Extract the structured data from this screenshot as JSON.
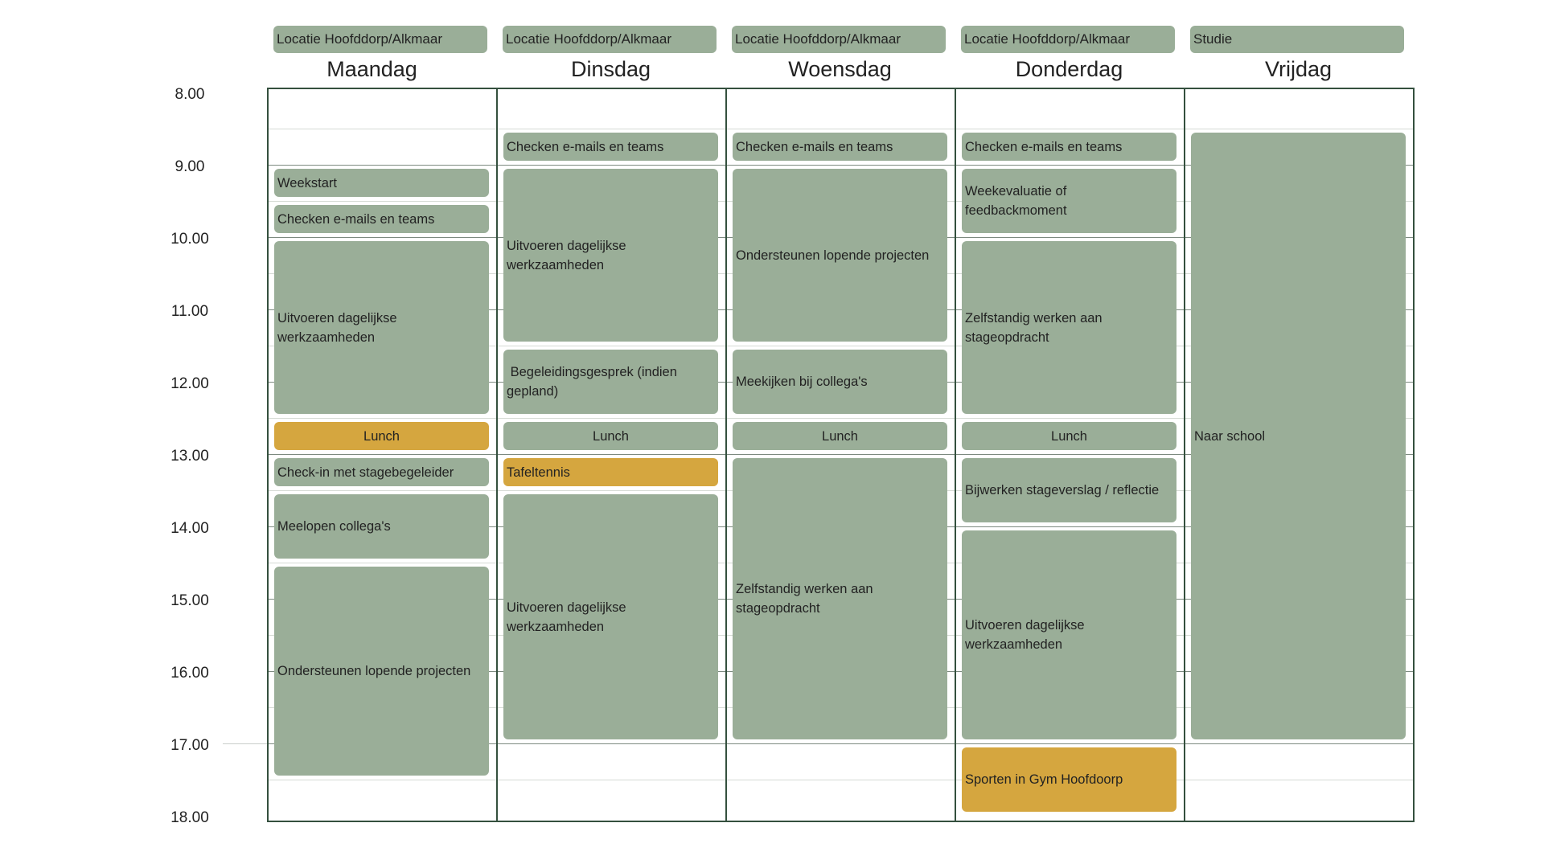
{
  "time_axis": {
    "range": [
      8,
      18
    ],
    "labels": [
      "8.00",
      "9.00",
      "10.00",
      "11.00",
      "12.00",
      "13.00",
      "14.00",
      "15.00",
      "16.00",
      "17.00",
      "18.00"
    ]
  },
  "colors": {
    "block": "#9AAE98",
    "highlight": "#D5A63F",
    "grid": "#34503E",
    "text": "#222222"
  },
  "days": [
    {
      "name": "Maandag",
      "location": "Locatie Hoofddorp/Alkmaar",
      "events": [
        {
          "lines": [
            "Weekstart"
          ],
          "start": 9,
          "end": 9.5
        },
        {
          "lines": [
            "Checken e-mails en teams"
          ],
          "start": 9.5,
          "end": 10
        },
        {
          "lines": [
            "Uitvoeren dagelijkse",
            "werkzaamheden"
          ],
          "start": 10,
          "end": 12.5
        },
        {
          "lines": [
            "Lunch"
          ],
          "start": 12.5,
          "end": 13,
          "color": "#D5A63F"
        },
        {
          "lines": [
            "Check-in met stagebegeleider"
          ],
          "start": 13,
          "end": 13.5
        },
        {
          "lines": [
            "Meelopen collega's"
          ],
          "start": 13.5,
          "end": 14.5
        },
        {
          "lines": [
            "Ondersteunen lopende projecten"
          ],
          "start": 14.5,
          "end": 17.5
        }
      ]
    },
    {
      "name": "Dinsdag",
      "location": "Locatie Hoofddorp/Alkmaar",
      "events": [
        {
          "lines": [
            "Checken e-mails en teams"
          ],
          "start": 8.5,
          "end": 9
        },
        {
          "lines": [
            "Uitvoeren dagelijkse",
            "werkzaamheden"
          ],
          "start": 9,
          "end": 11.5
        },
        {
          "lines": [
            " Begeleidingsgesprek (indien",
            "gepland)"
          ],
          "start": 11.5,
          "end": 12.5
        },
        {
          "lines": [
            "Lunch"
          ],
          "start": 12.5,
          "end": 13
        },
        {
          "lines": [
            "Tafeltennis"
          ],
          "start": 13,
          "end": 13.5,
          "color": "#D5A63F"
        },
        {
          "lines": [
            "Uitvoeren dagelijkse",
            "werkzaamheden"
          ],
          "start": 13.5,
          "end": 17
        }
      ]
    },
    {
      "name": "Woensdag",
      "location": "Locatie Hoofddorp/Alkmaar",
      "events": [
        {
          "lines": [
            "Checken e-mails en teams"
          ],
          "start": 8.5,
          "end": 9
        },
        {
          "lines": [
            "Ondersteunen lopende projecten"
          ],
          "start": 9,
          "end": 11.5
        },
        {
          "lines": [
            "Meekijken bij collega's"
          ],
          "start": 11.5,
          "end": 12.5
        },
        {
          "lines": [
            "Lunch"
          ],
          "start": 12.5,
          "end": 13
        },
        {
          "lines": [
            "Zelfstandig werken aan",
            "stageopdracht"
          ],
          "start": 13,
          "end": 17
        }
      ]
    },
    {
      "name": "Donderdag",
      "location": "Locatie Hoofddorp/Alkmaar",
      "events": [
        {
          "lines": [
            "Checken e-mails en teams"
          ],
          "start": 8.5,
          "end": 9
        },
        {
          "lines": [
            "Weekevaluatie of",
            "feedbackmoment"
          ],
          "start": 9,
          "end": 10
        },
        {
          "lines": [
            "Zelfstandig werken aan",
            "stageopdracht"
          ],
          "start": 10,
          "end": 12.5
        },
        {
          "lines": [
            "Lunch"
          ],
          "start": 12.5,
          "end": 13
        },
        {
          "lines": [
            "Bijwerken stageverslag / reflectie"
          ],
          "start": 13,
          "end": 14
        },
        {
          "lines": [
            "Uitvoeren dagelijkse",
            "werkzaamheden"
          ],
          "start": 14,
          "end": 17
        },
        {
          "lines": [
            "Sporten in Gym Hoofdoorp"
          ],
          "start": 17,
          "end": 18,
          "color": "#D5A63F"
        }
      ]
    },
    {
      "name": "Vrijdag",
      "location": "Studie",
      "events": [
        {
          "lines": [
            "Naar school"
          ],
          "start": 8.5,
          "end": 17
        }
      ]
    }
  ]
}
